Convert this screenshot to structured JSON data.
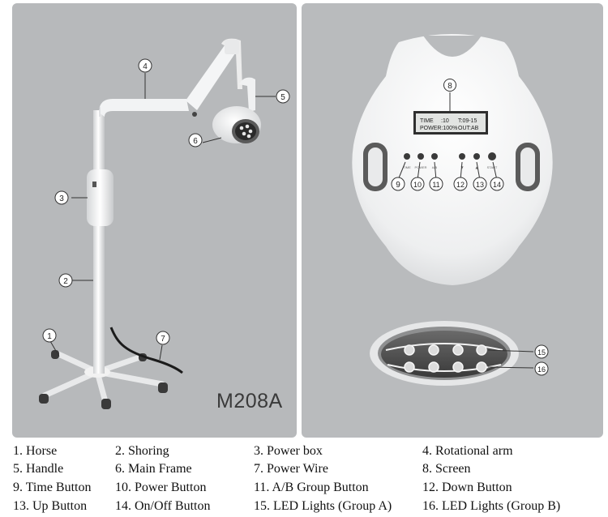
{
  "model": "M208A",
  "callouts": [
    "1",
    "2",
    "3",
    "4",
    "5",
    "6",
    "7",
    "8",
    "9",
    "10",
    "11",
    "12",
    "13",
    "14",
    "15",
    "16"
  ],
  "screen": {
    "time_label": "TIME",
    "time_value": ":10",
    "t_value": "T:09-15",
    "power": "POWER:100%",
    "out": "OUT:AB"
  },
  "panel_buttons": [
    "TIME",
    "POWER",
    "A/B",
    "▼",
    "▲",
    "START"
  ],
  "legend": [
    [
      "1. Horse",
      "2. Shoring",
      "3. Power box",
      "4. Rotational arm"
    ],
    [
      "5. Handle",
      "6. Main Frame",
      "7. Power Wire",
      "8. Screen"
    ],
    [
      "9. Time Button",
      "10. Power Button",
      "11. A/B Group Button",
      "12. Down Button"
    ],
    [
      "13. Up Button",
      "14. On/Off Button",
      "15. LED Lights (Group A)",
      "16. LED Lights (Group B)"
    ]
  ]
}
